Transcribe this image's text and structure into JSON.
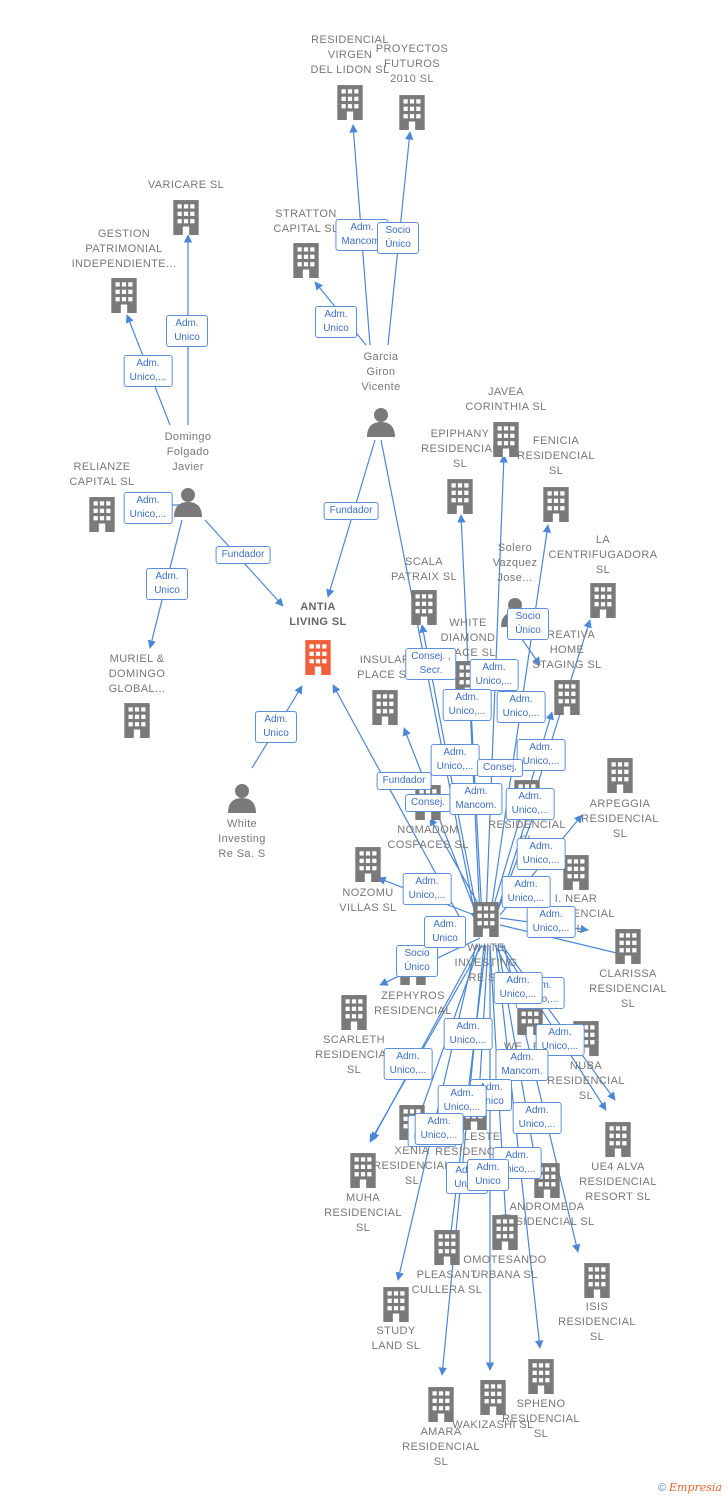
{
  "colors": {
    "edge": "#4a87d6",
    "node": "#7a7a7a",
    "focus": "#f0603a",
    "badge_border": "#5b8fd8"
  },
  "footer": {
    "copyright": "©",
    "brand": "Empresia"
  },
  "nodes": [
    {
      "id": "antia",
      "label": "ANTIA\nLIVING SL",
      "type": "company",
      "focus": true
    },
    {
      "id": "residencial_virgen",
      "label": "RESIDENCIAL\nVIRGEN\nDEL LIDON SL",
      "type": "company"
    },
    {
      "id": "proyectos_futuros",
      "label": "PROYECTOS\nFUTUROS\n2010 SL",
      "type": "company"
    },
    {
      "id": "varicare",
      "label": "VARICARE SL",
      "type": "company"
    },
    {
      "id": "stratton",
      "label": "STRATTON\nCAPITAL SL",
      "type": "company"
    },
    {
      "id": "gestion",
      "label": "GESTION\nPATRIMONIAL\nINDEPENDIENTE...",
      "type": "company"
    },
    {
      "id": "garcia",
      "label": "Garcia\nGiron\nVicente",
      "type": "person"
    },
    {
      "id": "domingo",
      "label": "Domingo\nFolgado\nJavier",
      "type": "person"
    },
    {
      "id": "relianze",
      "label": "RELIANZE\nCAPITAL SL",
      "type": "company"
    },
    {
      "id": "javea",
      "label": "JAVEA\nCORINTHIA SL",
      "type": "company"
    },
    {
      "id": "epiphany",
      "label": "EPIPHANY\nRESIDENCIAL\nSL",
      "type": "company"
    },
    {
      "id": "fenicia",
      "label": "FENICIA\nRESIDENCIAL\nSL",
      "type": "company"
    },
    {
      "id": "la_centrifugadora",
      "label": "LA\nCENTRIFUGADORA\nSL",
      "type": "company"
    },
    {
      "id": "scala",
      "label": "SCALA\nPATRAIX SL",
      "type": "company"
    },
    {
      "id": "solero",
      "label": "Solero\nVazquez\nJose...",
      "type": "person"
    },
    {
      "id": "white_diamond",
      "label": "WHITE\nDIAMOND\nPLACE SL",
      "type": "company"
    },
    {
      "id": "creativa",
      "label": "CREATIVA\nHOME\nSTAGING SL",
      "type": "company"
    },
    {
      "id": "muriel",
      "label": "MURIEL &\nDOMINGO\nGLOBAL...",
      "type": "company"
    },
    {
      "id": "insular",
      "label": "INSULAR\nPLACE SL",
      "type": "company"
    },
    {
      "id": "white_investing_person",
      "label": "White\nInvesting\nRe Sa. S",
      "type": "person"
    },
    {
      "id": "arpeggia",
      "label": "ARPEGGIA\nRESIDENCIAL\nSL",
      "type": "company"
    },
    {
      "id": "nomadom",
      "label": "NOMADOM\nCOSPACES SL",
      "type": "company"
    },
    {
      "id": "residencial_sl",
      "label": "RESIDENCIAL\nSL",
      "type": "company"
    },
    {
      "id": "nozomu",
      "label": "NOZOMU\nVILLAS SL",
      "type": "company"
    },
    {
      "id": "near",
      "label": "I. NEAR\nRESIDENCIAL\nSL",
      "type": "company"
    },
    {
      "id": "white_investing",
      "label": "WHITE\nINVESTING\nRE SA",
      "type": "company"
    },
    {
      "id": "clarissa",
      "label": "CLARISSA\nRESIDENCIAL\nSL",
      "type": "company"
    },
    {
      "id": "zephyros",
      "label": "ZEPHYROS\nRESIDENCIAL",
      "type": "company"
    },
    {
      "id": "scarleth",
      "label": "SCARLETH\nRESIDENCIAL\nSL",
      "type": "company"
    },
    {
      "id": "nuba",
      "label": "NUBA\nRESIDENCIAL\nSL",
      "type": "company"
    },
    {
      "id": "we_ent",
      "label": "WE...ENT",
      "type": "company"
    },
    {
      "id": "xenia",
      "label": "XENIA\nRESIDENCIAL\nSL",
      "type": "company"
    },
    {
      "id": "celeste",
      "label": "CELESTE\nRESIDENCIAL",
      "type": "company"
    },
    {
      "id": "ue4",
      "label": "UE4 ALVA\nRESIDENCIAL\nRESORT SL",
      "type": "company"
    },
    {
      "id": "muha",
      "label": "MUHA\nRESIDENCIAL\nSL",
      "type": "company"
    },
    {
      "id": "andromeda",
      "label": "ANDROMEDA\nRESIDENCIAL SL",
      "type": "company"
    },
    {
      "id": "pleasant",
      "label": "PLEASANT\nCULLERA SL",
      "type": "company"
    },
    {
      "id": "omotesando",
      "label": "OMOTESANDO\nURBANA SL",
      "type": "company"
    },
    {
      "id": "isis",
      "label": "ISIS\nRESIDENCIAL\nSL",
      "type": "company"
    },
    {
      "id": "study",
      "label": "STUDY\nLAND SL",
      "type": "company"
    },
    {
      "id": "spheno",
      "label": "SPHENO\nRESIDENCIAL\nSL",
      "type": "company"
    },
    {
      "id": "wakizashi",
      "label": "WAKIZASHI SL",
      "type": "company"
    },
    {
      "id": "amara",
      "label": "AMARA\nRESIDENCIAL\nSL",
      "type": "company"
    }
  ],
  "edges": [
    {
      "from": "garcia",
      "to": "residencial_virgen",
      "label": "Adm.\nMancom."
    },
    {
      "from": "garcia",
      "to": "proyectos_futuros",
      "label": "Socio\nÚnico"
    },
    {
      "from": "garcia",
      "to": "stratton",
      "label": "Adm.\nUnico"
    },
    {
      "from": "garcia",
      "to": "antia",
      "label": "Fundador"
    },
    {
      "from": "garcia",
      "to": "white_investing",
      "label": ""
    },
    {
      "from": "domingo",
      "to": "varicare",
      "label": "Adm.\nUnico"
    },
    {
      "from": "domingo",
      "to": "gestion",
      "label": "Adm.\nUnico,..."
    },
    {
      "from": "domingo",
      "to": "relianze",
      "label": "Adm.\nUnico,..."
    },
    {
      "from": "domingo",
      "to": "muriel",
      "label": "Adm.\nUnico"
    },
    {
      "from": "domingo",
      "to": "antia",
      "label": "Fundador"
    },
    {
      "from": "white_investing_person",
      "to": "antia",
      "label": "Adm.\nUnico"
    },
    {
      "from": "white_investing",
      "to": "antia",
      "label": "Fundador"
    },
    {
      "from": "solero",
      "to": "creativa",
      "label": "Socio\nÚnico"
    },
    {
      "from": "white_investing",
      "to": "scala",
      "label": "Consej. ,\nSecr."
    },
    {
      "from": "white_investing",
      "to": "javea",
      "label": "Adm.\nUnico,..."
    },
    {
      "from": "white_investing",
      "to": "epiphany",
      "label": "Adm.\nUnico,..."
    },
    {
      "from": "white_investing",
      "to": "fenicia",
      "label": "Adm.\nUnico,..."
    },
    {
      "from": "white_investing",
      "to": "la_centrifugadora",
      "label": "Adm.\nUnico,..."
    },
    {
      "from": "white_investing",
      "to": "white_diamond",
      "label": "Adm.\nUnico,..."
    },
    {
      "from": "white_investing",
      "to": "insular",
      "label": "Consej."
    },
    {
      "from": "white_investing",
      "to": "creativa",
      "label": "Consej."
    },
    {
      "from": "white_investing",
      "to": "arpeggia",
      "label": "Adm.\nUnico,..."
    },
    {
      "from": "white_investing",
      "to": "nomadom",
      "label": "Adm.\nMancom."
    },
    {
      "from": "white_investing",
      "to": "residencial_sl",
      "label": "Adm.\nUnico,..."
    },
    {
      "from": "white_investing",
      "to": "nozomu",
      "label": "Adm.\nUnico,..."
    },
    {
      "from": "white_investing",
      "to": "near",
      "label": "Adm.\nUnico,..."
    },
    {
      "from": "white_investing",
      "to": "clarissa",
      "label": "Adm.\nUnico,..."
    },
    {
      "from": "white_investing",
      "to": "zephyros",
      "label": "Socio\nÚnico"
    },
    {
      "from": "white_investing",
      "to": "scarleth",
      "label": "Adm.\nUnico"
    },
    {
      "from": "white_investing",
      "to": "nuba",
      "label": "Adm.\nUnico,..."
    },
    {
      "from": "white_investing",
      "to": "we_ent",
      "label": "Adm.\nMancom."
    },
    {
      "from": "white_investing",
      "to": "xenia",
      "label": "Adm.\nUnico,..."
    },
    {
      "from": "white_investing",
      "to": "celeste",
      "label": "Adm.\nUnico,..."
    },
    {
      "from": "white_investing",
      "to": "ue4",
      "label": "Adm.\nUnico,..."
    },
    {
      "from": "white_investing",
      "to": "muha",
      "label": "Adm.\nUnico,..."
    },
    {
      "from": "white_investing",
      "to": "andromeda",
      "label": "Adm.\nUnico,..."
    },
    {
      "from": "white_investing",
      "to": "pleasant",
      "label": "Adm.\nUnico"
    },
    {
      "from": "white_investing",
      "to": "omotesando",
      "label": "Adm.\nUnico"
    },
    {
      "from": "white_investing",
      "to": "isis",
      "label": "Adm.\nUnico,..."
    },
    {
      "from": "white_investing",
      "to": "study",
      "label": "Adm.\nUnico,..."
    },
    {
      "from": "white_investing",
      "to": "spheno",
      "label": "Adm.\nUnico,..."
    },
    {
      "from": "white_investing",
      "to": "wakizashi",
      "label": "Adm.\nUnico"
    },
    {
      "from": "white_investing",
      "to": "amara",
      "label": "Adm.\nUnico,..."
    }
  ]
}
